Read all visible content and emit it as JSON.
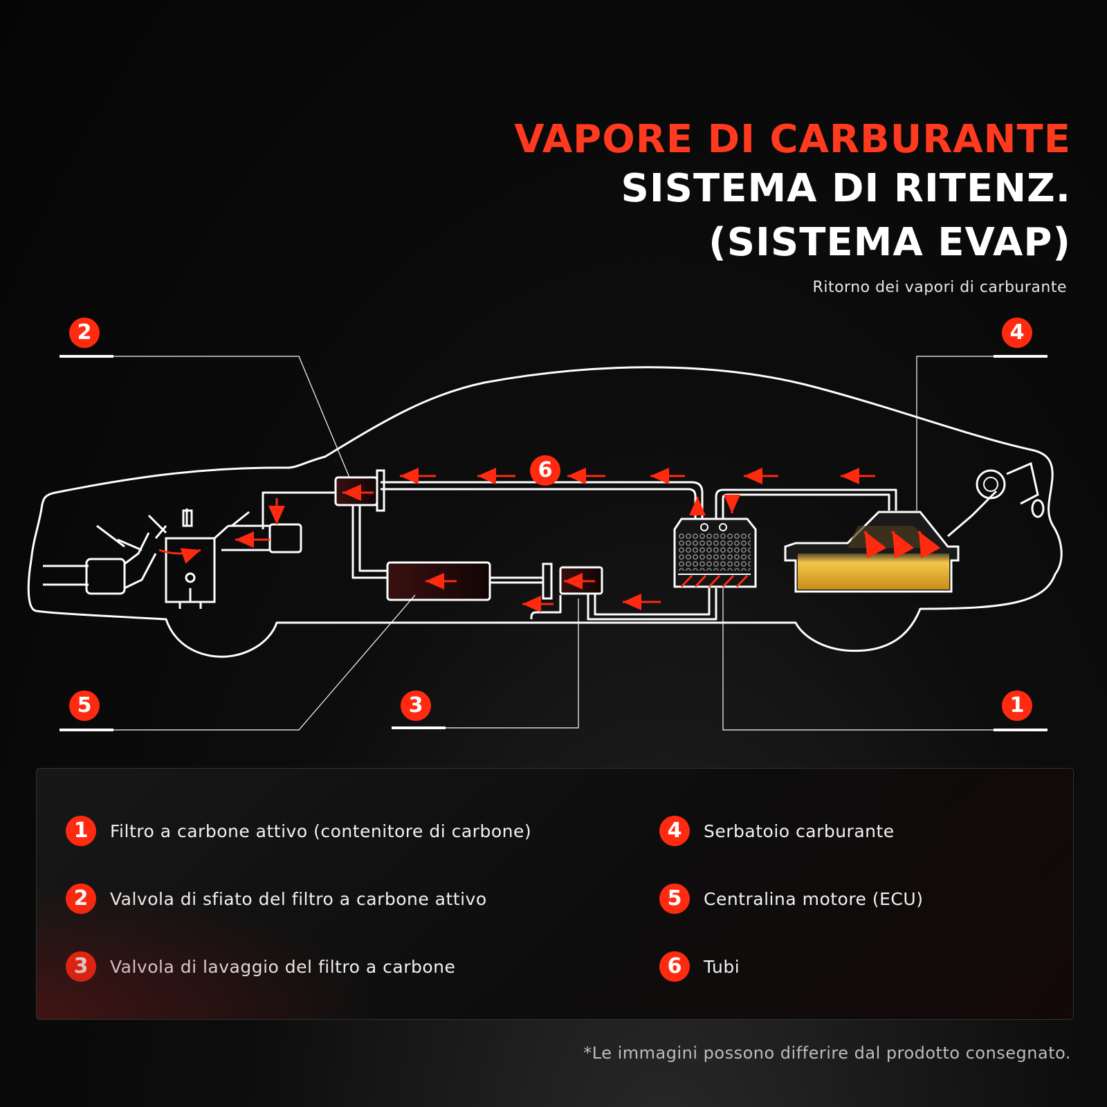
{
  "header": {
    "title_line1": "VAPORE DI CARBURANTE",
    "title_line2": "SISTEMA DI RITENZ.",
    "title_line3": "(SISTEMA EVAP)",
    "subtitle": "Ritorno dei vapori di carburante"
  },
  "callouts": [
    "1",
    "2",
    "3",
    "4",
    "5",
    "6"
  ],
  "legend": {
    "items": [
      {
        "num": "1",
        "label": "Filtro a carbone attivo (contenitore di carbone)"
      },
      {
        "num": "2",
        "label": "Valvola di sfiato del filtro a carbone attivo"
      },
      {
        "num": "3",
        "label": "Valvola di lavaggio del filtro a carbone"
      },
      {
        "num": "4",
        "label": "Serbatoio carburante"
      },
      {
        "num": "5",
        "label": "Centralina motore (ECU)"
      },
      {
        "num": "6",
        "label": "Tubi"
      }
    ]
  },
  "disclaimer": "*Le immagini possono differire dal prodotto consegnato.",
  "colors": {
    "accent": "#ff2a10",
    "background": "#050505",
    "fuel": "#e9b53a"
  }
}
